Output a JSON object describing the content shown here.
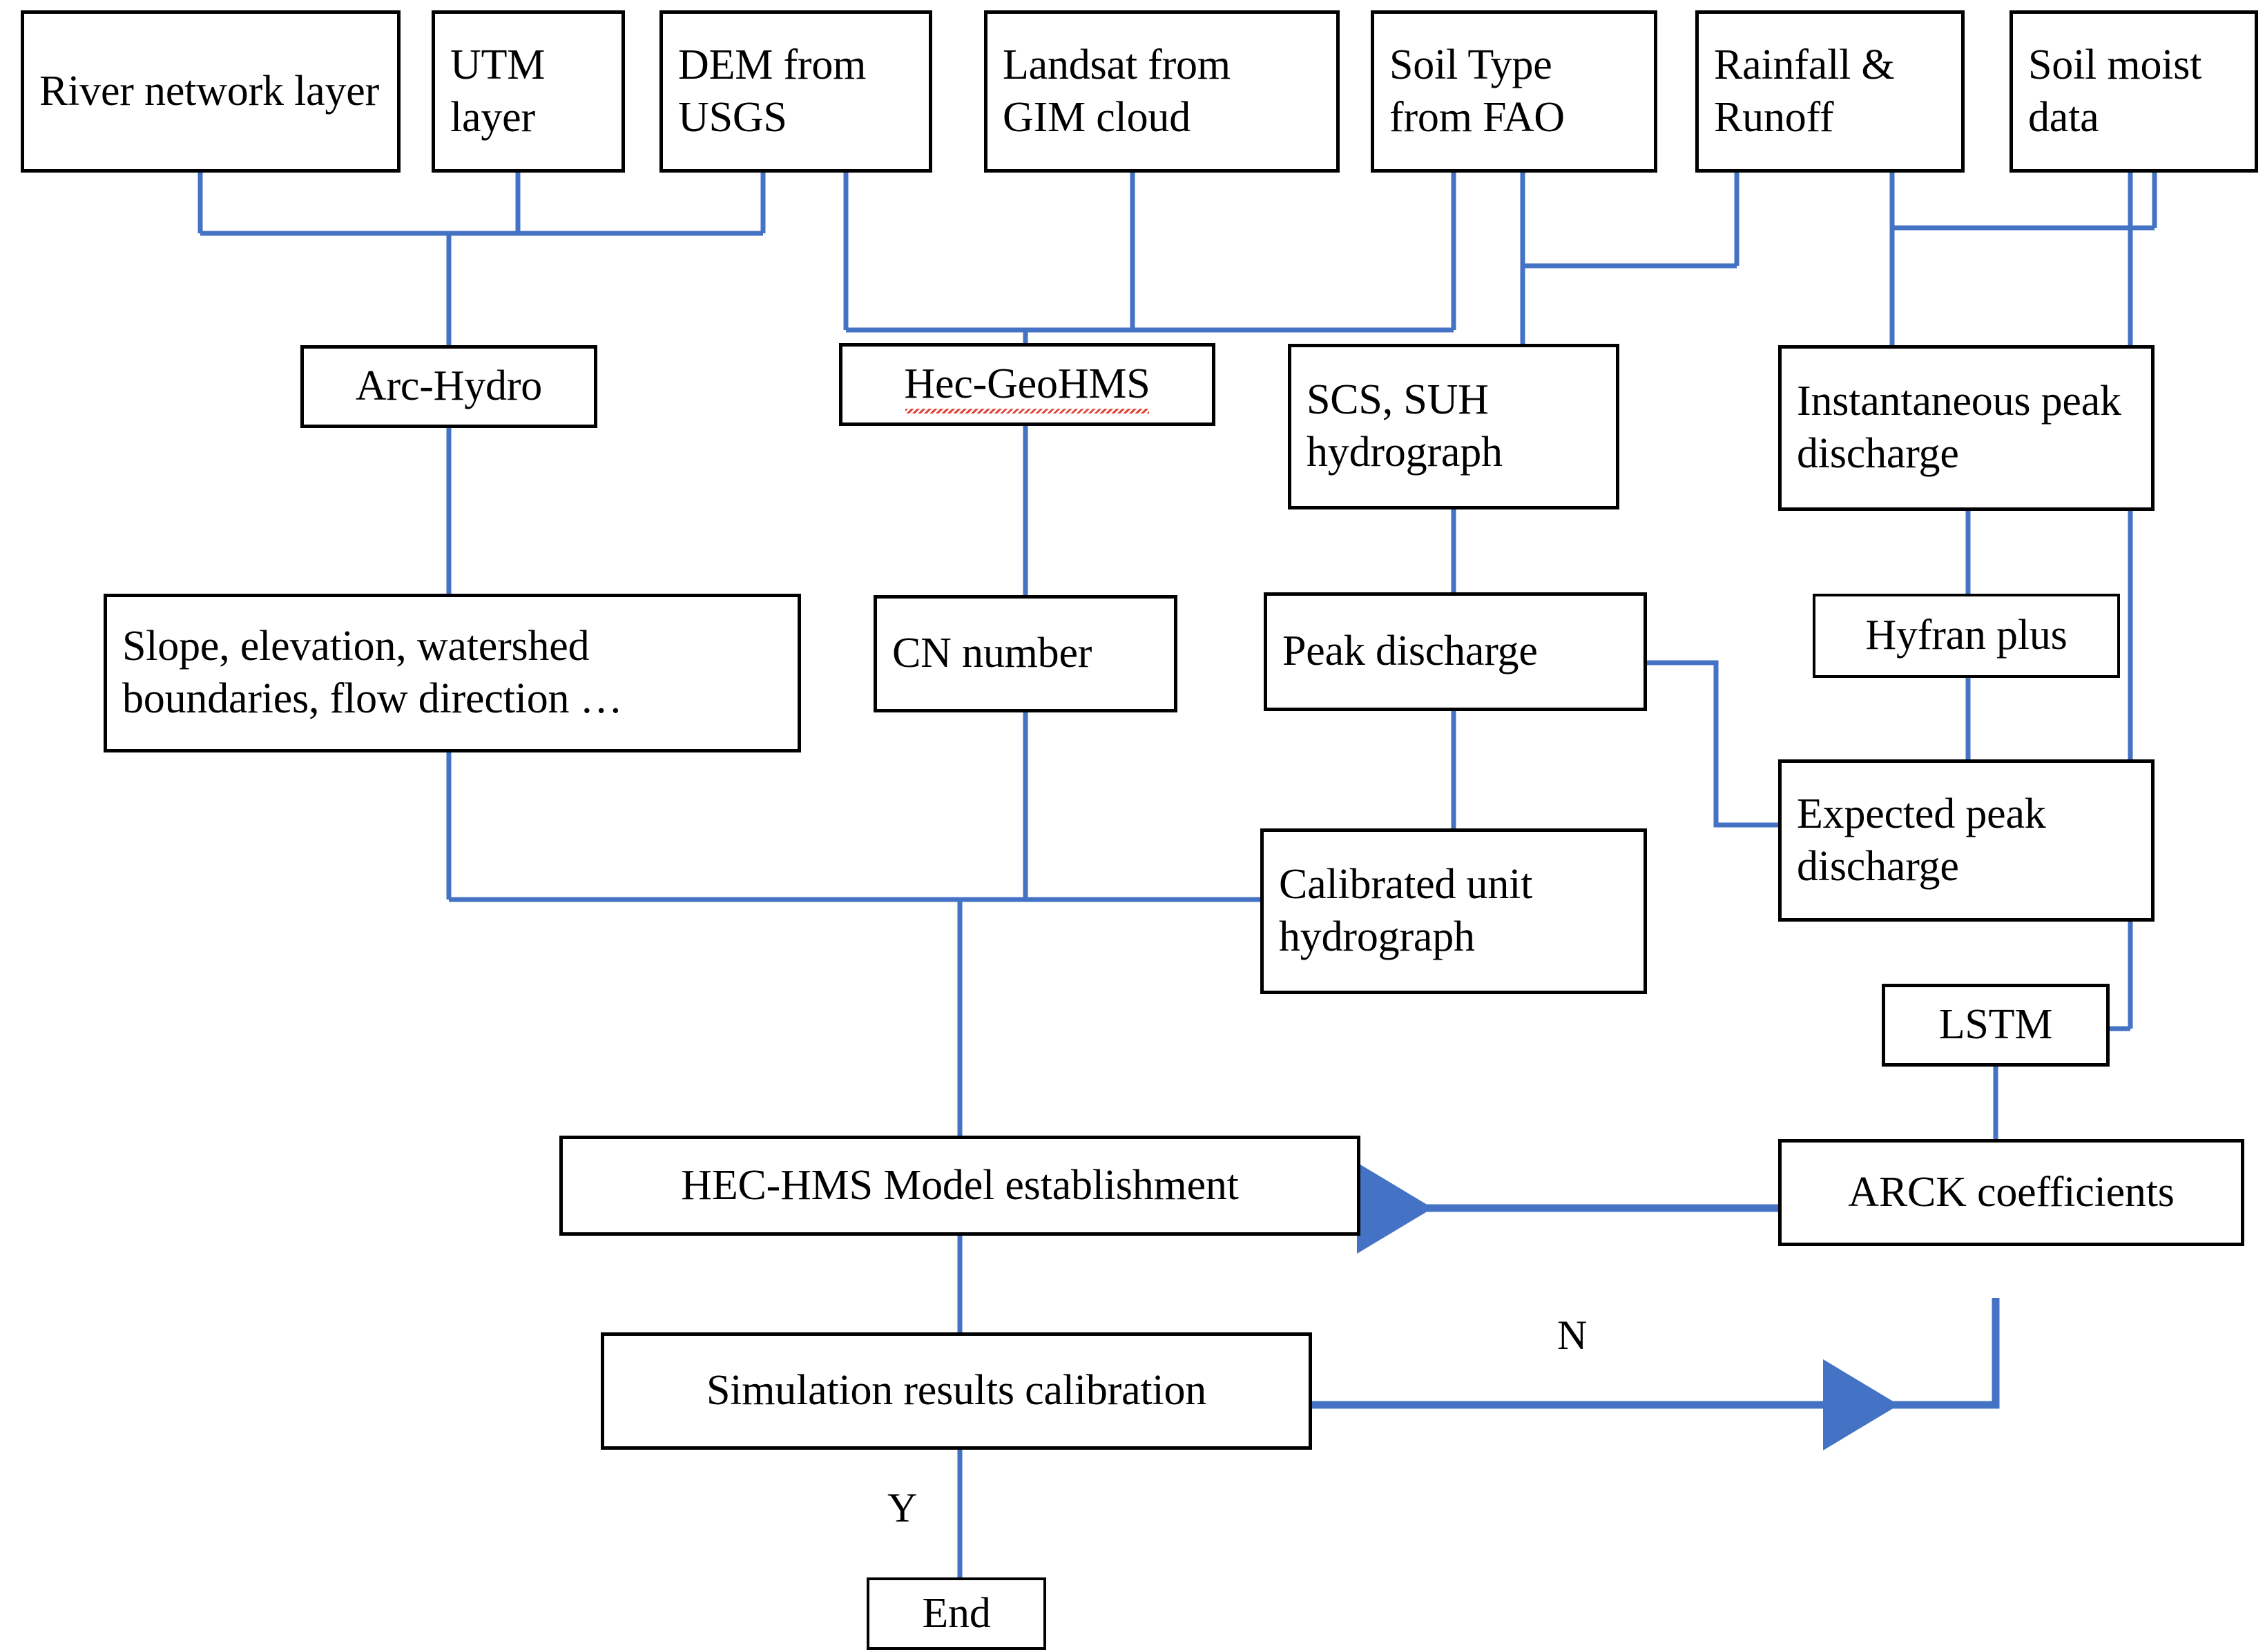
{
  "diagram": {
    "title": "HEC-HMS hydrological modelling workflow flowchart",
    "accent_line_color": "#4472c4",
    "box_border_color": "#000000",
    "background_color": "#ffffff",
    "spellcheck_underline_color": "#e03a2f"
  },
  "nodes": {
    "river_network_layer": "River network layer",
    "utm_layer": "UTM layer",
    "dem_from_usgs": "DEM from USGS",
    "landsat_from_gim_cloud": "Landsat from GIM cloud",
    "soil_type_from_fao": "Soil Type from FAO",
    "rainfall_runoff": "Rainfall & Runoff",
    "soil_moist_data": "Soil moist data",
    "arc_hydro": "Arc-Hydro",
    "hec_geohms": "Hec-GeoHMS",
    "scs_suh_hydrograph": "SCS, SUH hydrograph",
    "instantaneous_peak_discharge": "Instantaneous peak discharge",
    "slope_elevation_watershed": "Slope, elevation, watershed boundaries, flow direction …",
    "cn_number": "CN number",
    "peak_discharge": "Peak discharge",
    "hyfran_plus": "Hyfran plus",
    "calibrated_unit_hydrograph": "Calibrated unit hydrograph",
    "expected_peak_discharge": "Expected peak discharge",
    "lstm": "LSTM",
    "arck_coefficients": "ARCK coefficients",
    "hec_hms_model_establishment": "HEC-HMS Model establishment",
    "simulation_results_calibration": "Simulation results calibration",
    "end": "End"
  },
  "edge_labels": {
    "no_branch": "N",
    "yes_branch": "Y"
  }
}
